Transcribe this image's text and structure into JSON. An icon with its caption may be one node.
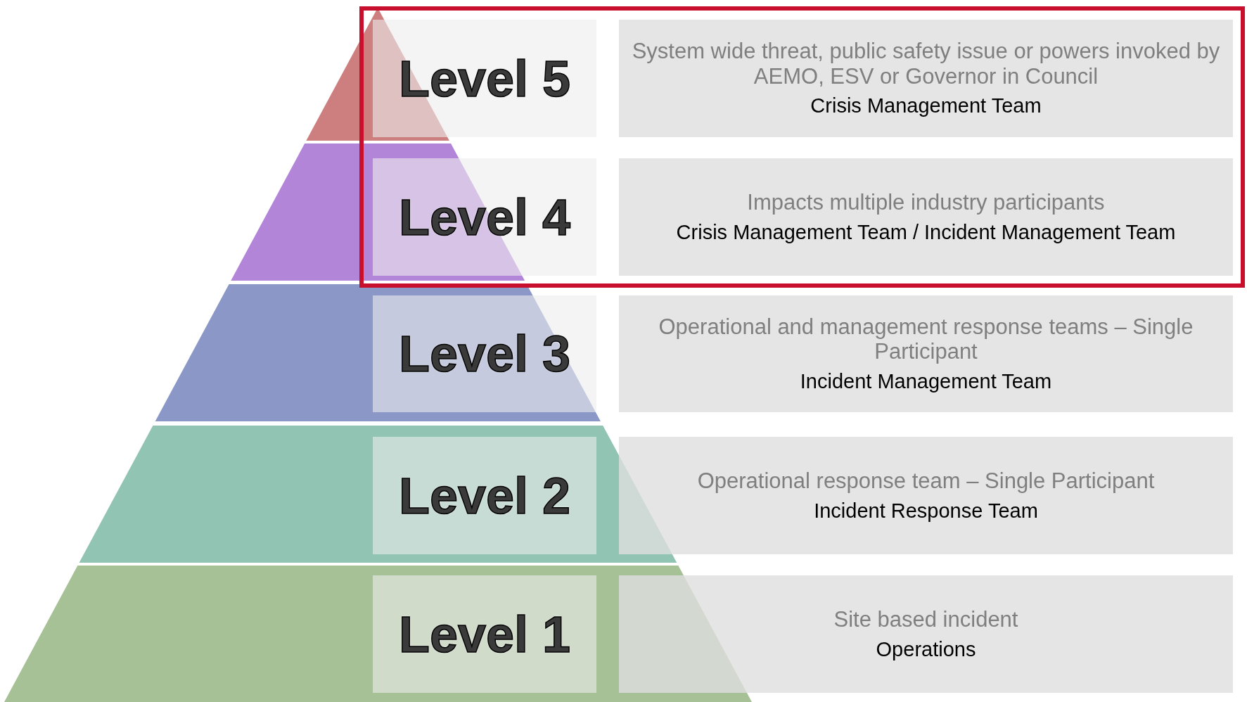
{
  "diagram": {
    "nodes": [
      {
        "text": [],
        "shape": "box"
      },
      {
        "text": [
          "Level 5"
        ],
        "in": 0
      },
      {
        "text": [
          "System wide threat, public safety issue or powers invoked by AEMO, ESV or Governor in Council",
          "Crisis Management Team"
        ],
        "in": 0
      },
      {
        "text": [
          "Level 4"
        ],
        "in": 0
      },
      {
        "text": [
          "Impacts multiple industry participants",
          "Crisis Management Team / Incident Management Team"
        ],
        "in": 0
      },
      {
        "text": [
          "Level 3"
        ]
      },
      {
        "text": [
          "Operational and management response teams – Single Participant",
          "Incident Management Team"
        ]
      },
      {
        "text": [
          "Level 2"
        ]
      },
      {
        "text": [
          "Operational response team – Single Participant",
          "Incident Response Team"
        ]
      },
      {
        "text": [
          "Level 1"
        ]
      },
      {
        "text": [
          "Site based incident",
          "Operations"
        ]
      }
    ]
  }
}
